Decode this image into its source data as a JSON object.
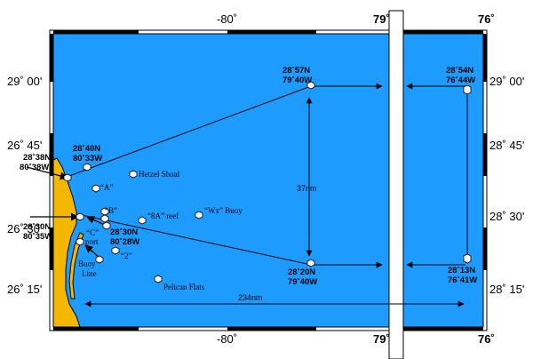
{
  "colors": {
    "ocean": "#1e9bff",
    "land": "#f5b800",
    "frame": "#000000",
    "break_strip": "#ffffff",
    "marker": "#ffffff"
  },
  "axes": {
    "top": {
      "lon_80": "-80˚",
      "lon_79": "79˚",
      "lon_76": "76˚"
    },
    "bottom": {
      "lon_80": "-80˚",
      "lon_79": "79˚",
      "lon_76": "76˚"
    },
    "left": {
      "lat_2900": "29˚ 00'",
      "lat_2845": "26˚ 45'",
      "lat_2830": "26˚ 30'",
      "lat_2815": "26˚ 15'"
    },
    "right": {
      "lat_2900": "29˚ 00'",
      "lat_2845": "28˚ 45'",
      "lat_2830": "28˚ 30'",
      "lat_2815": "28˚ 15'"
    }
  },
  "stations": {
    "s_2840": {
      "lat": "28˚40N",
      "lon": "80˚33W"
    },
    "s_2838": {
      "lat": "28˚38N",
      "lon": "80˚38W"
    },
    "s_2830a": {
      "lat": "28˚30N",
      "lon": "80˚35W"
    },
    "s_2830b": {
      "lat": "28˚30N",
      "lon": "80˚28W"
    },
    "s_2857": {
      "lat": "28˚57N",
      "lon": "79˚40W"
    },
    "s_2820": {
      "lat": "28˚20N",
      "lon": "79˚40W"
    },
    "s_2854": {
      "lat": "28˚54N",
      "lon": "76˚44W"
    },
    "s_2813": {
      "lat": "28˚13N",
      "lon": "76˚41W"
    }
  },
  "features": {
    "hetzel": "Hetzel Shoal",
    "a": "“A”",
    "b": "“B”",
    "c": "“C”",
    "port": "port",
    "reef": "“8A” reef",
    "wx": "“Wx” Buoy",
    "two": "“2”",
    "buoy": "Buoy",
    "line": "Line",
    "pelican": "Pelican Flats"
  },
  "distances": {
    "vertical": "37nm",
    "horizontal": "234nm"
  }
}
